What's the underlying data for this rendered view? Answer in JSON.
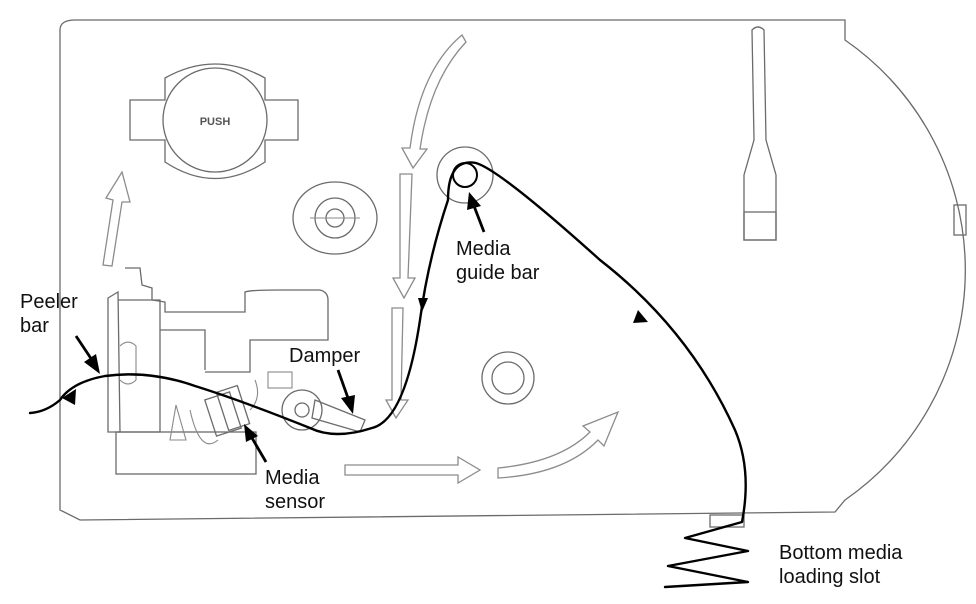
{
  "labels": {
    "peeler_bar": [
      "Peeler",
      "bar"
    ],
    "damper": [
      "Damper"
    ],
    "media_sensor": [
      "Media",
      "sensor"
    ],
    "media_guide_bar": [
      "Media",
      "guide bar"
    ],
    "bottom_loading_slot": [
      "Bottom media",
      "loading slot"
    ],
    "push_button": "PUSH"
  },
  "colors": {
    "media_path": "#000000",
    "outline": "#6b6b6b",
    "label_text": "#111111"
  },
  "icons": {
    "direction_arrow": "hollow-arrow",
    "label_pointer": "black-arrow"
  }
}
